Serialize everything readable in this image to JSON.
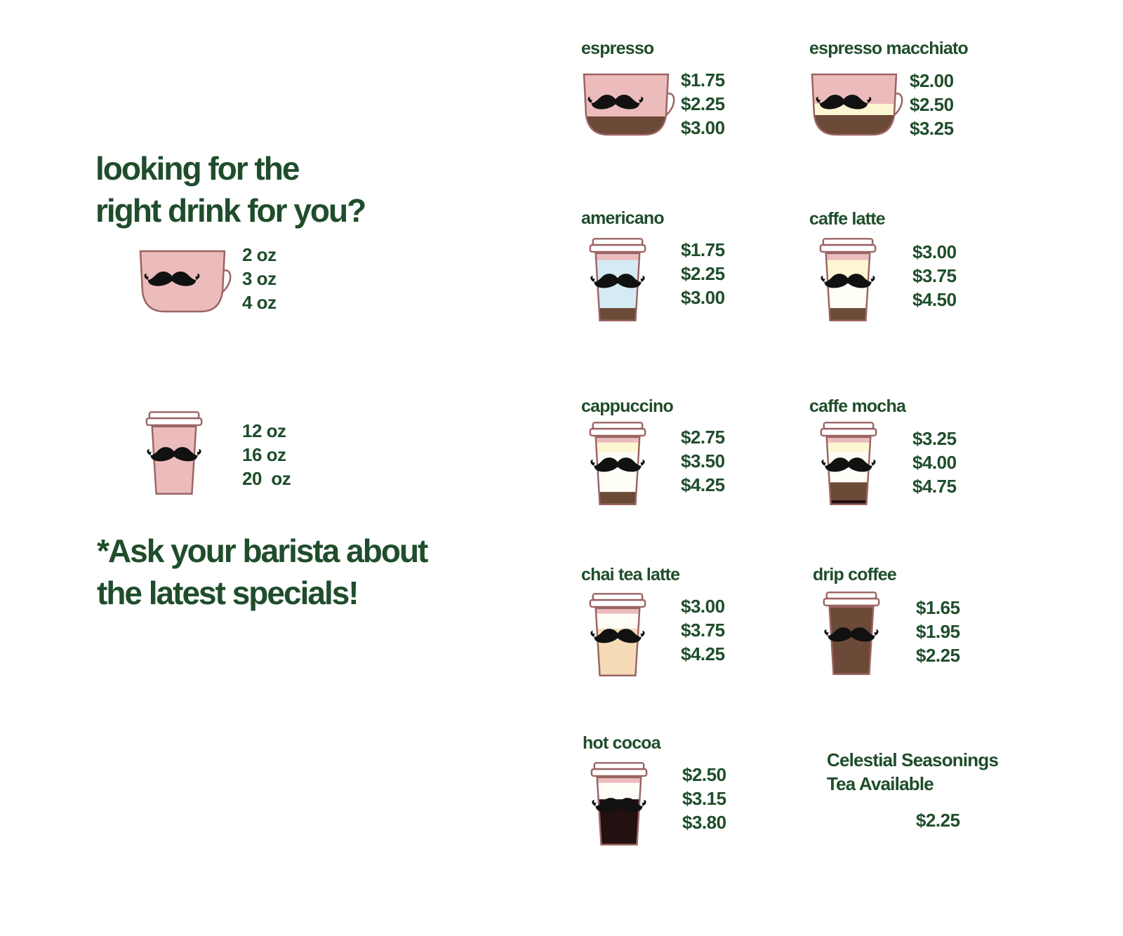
{
  "intro": {
    "heading_line1": "looking for the",
    "heading_line2": "right drink for you?",
    "mug_sizes": [
      "2 oz",
      "3 oz",
      "4 oz"
    ],
    "cup_sizes": [
      "12 oz",
      "16 oz",
      "20  oz"
    ],
    "specials_line1": "*Ask your barista about",
    "specials_line2": "the latest specials!"
  },
  "colors": {
    "text_green": "#1f4d2b",
    "cup_pink": "#ecbcbc",
    "cup_outline": "#9b6464",
    "espresso": "#6b4a37",
    "foam": "#fdf6d2",
    "milk": "#fefdf6",
    "water": "#d4ebf4",
    "chai": "#f5dbb5",
    "cocoa": "#231010",
    "moustache": "#111111"
  },
  "menu": [
    {
      "name": "espresso",
      "icon": "mug-espresso-icon",
      "prices": [
        "$1.75",
        "$2.25",
        "$3.00"
      ]
    },
    {
      "name": "espresso macchiato",
      "icon": "mug-macchiato-icon",
      "prices": [
        "$2.00",
        "$2.50",
        "$3.25"
      ]
    },
    {
      "name": "americano",
      "icon": "cup-americano-icon",
      "prices": [
        "$1.75",
        "$2.25",
        "$3.00"
      ]
    },
    {
      "name": "caffe latte",
      "icon": "cup-latte-icon",
      "prices": [
        "$3.00",
        "$3.75",
        "$4.50"
      ]
    },
    {
      "name": "cappuccino",
      "icon": "cup-cappuccino-icon",
      "prices": [
        "$2.75",
        "$3.50",
        "$4.25"
      ]
    },
    {
      "name": "caffe mocha",
      "icon": "cup-mocha-icon",
      "prices": [
        "$3.25",
        "$4.00",
        "$4.75"
      ]
    },
    {
      "name": "chai tea latte",
      "icon": "cup-chai-icon",
      "prices": [
        "$3.00",
        "$3.75",
        "$4.25"
      ]
    },
    {
      "name": "drip coffee",
      "icon": "cup-drip-icon",
      "prices": [
        "$1.65",
        "$1.95",
        "$2.25"
      ]
    },
    {
      "name": "hot cocoa",
      "icon": "cup-cocoa-icon",
      "prices": [
        "$2.50",
        "$3.15",
        "$3.80"
      ]
    }
  ],
  "tea": {
    "line1": "Celestial Seasonings",
    "line2": "Tea Available",
    "price": "$2.25"
  }
}
